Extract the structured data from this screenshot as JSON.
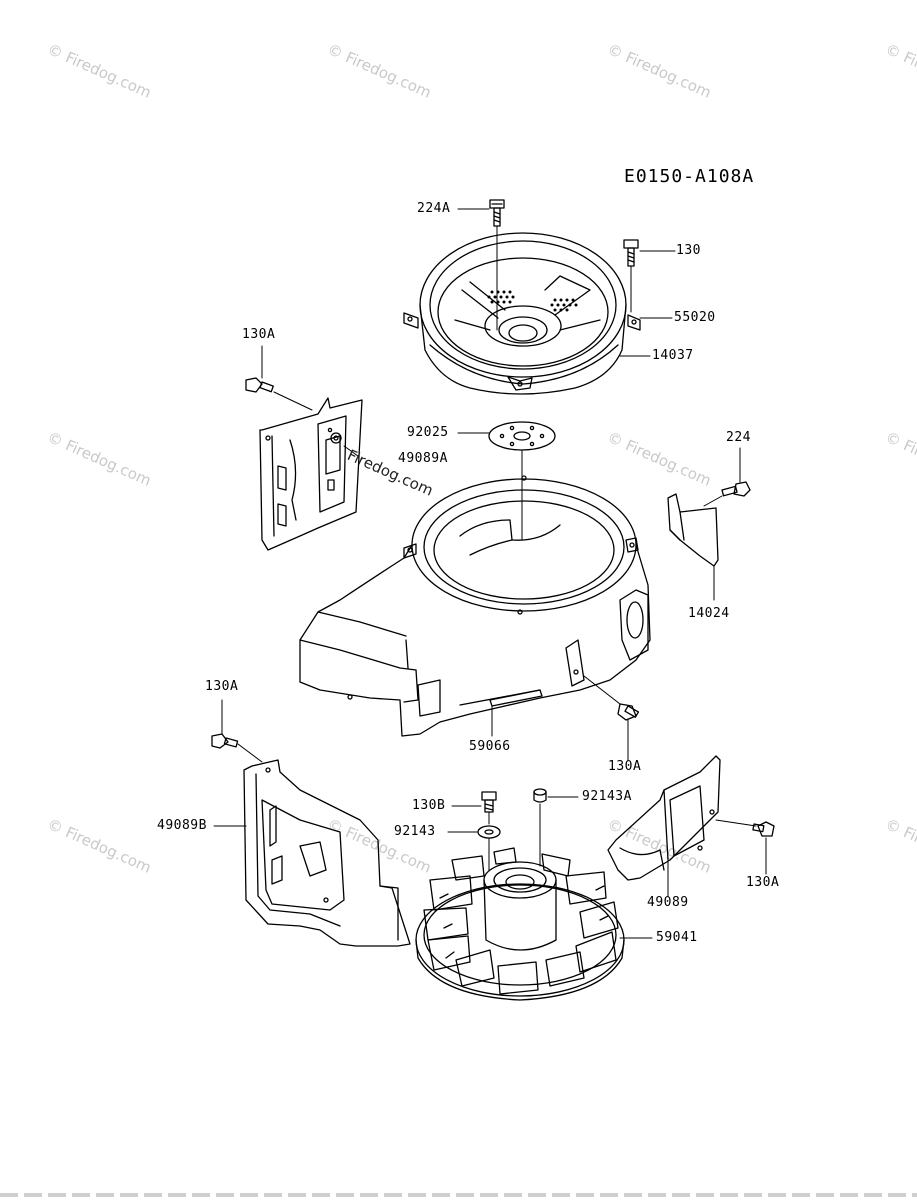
{
  "diagram_code": "E0150-A108A",
  "watermark": "© Firedog.com",
  "watermark_overlay": "Firedog.com",
  "parts": [
    {
      "id": "224A",
      "label": "224A"
    },
    {
      "id": "130-top",
      "label": "130"
    },
    {
      "id": "55020",
      "label": "55020"
    },
    {
      "id": "14037",
      "label": "14037"
    },
    {
      "id": "130A-left-top",
      "label": "130A"
    },
    {
      "id": "92025",
      "label": "92025"
    },
    {
      "id": "49089A",
      "label": "49089A"
    },
    {
      "id": "224",
      "label": "224"
    },
    {
      "id": "14024",
      "label": "14024"
    },
    {
      "id": "130A-left-mid",
      "label": "130A"
    },
    {
      "id": "59066",
      "label": "59066"
    },
    {
      "id": "130A-center",
      "label": "130A"
    },
    {
      "id": "130B",
      "label": "130B"
    },
    {
      "id": "92143A",
      "label": "92143A"
    },
    {
      "id": "92143",
      "label": "92143"
    },
    {
      "id": "49089B",
      "label": "49089B"
    },
    {
      "id": "49089",
      "label": "49089"
    },
    {
      "id": "130A-right",
      "label": "130A"
    },
    {
      "id": "59041",
      "label": "59041"
    }
  ]
}
